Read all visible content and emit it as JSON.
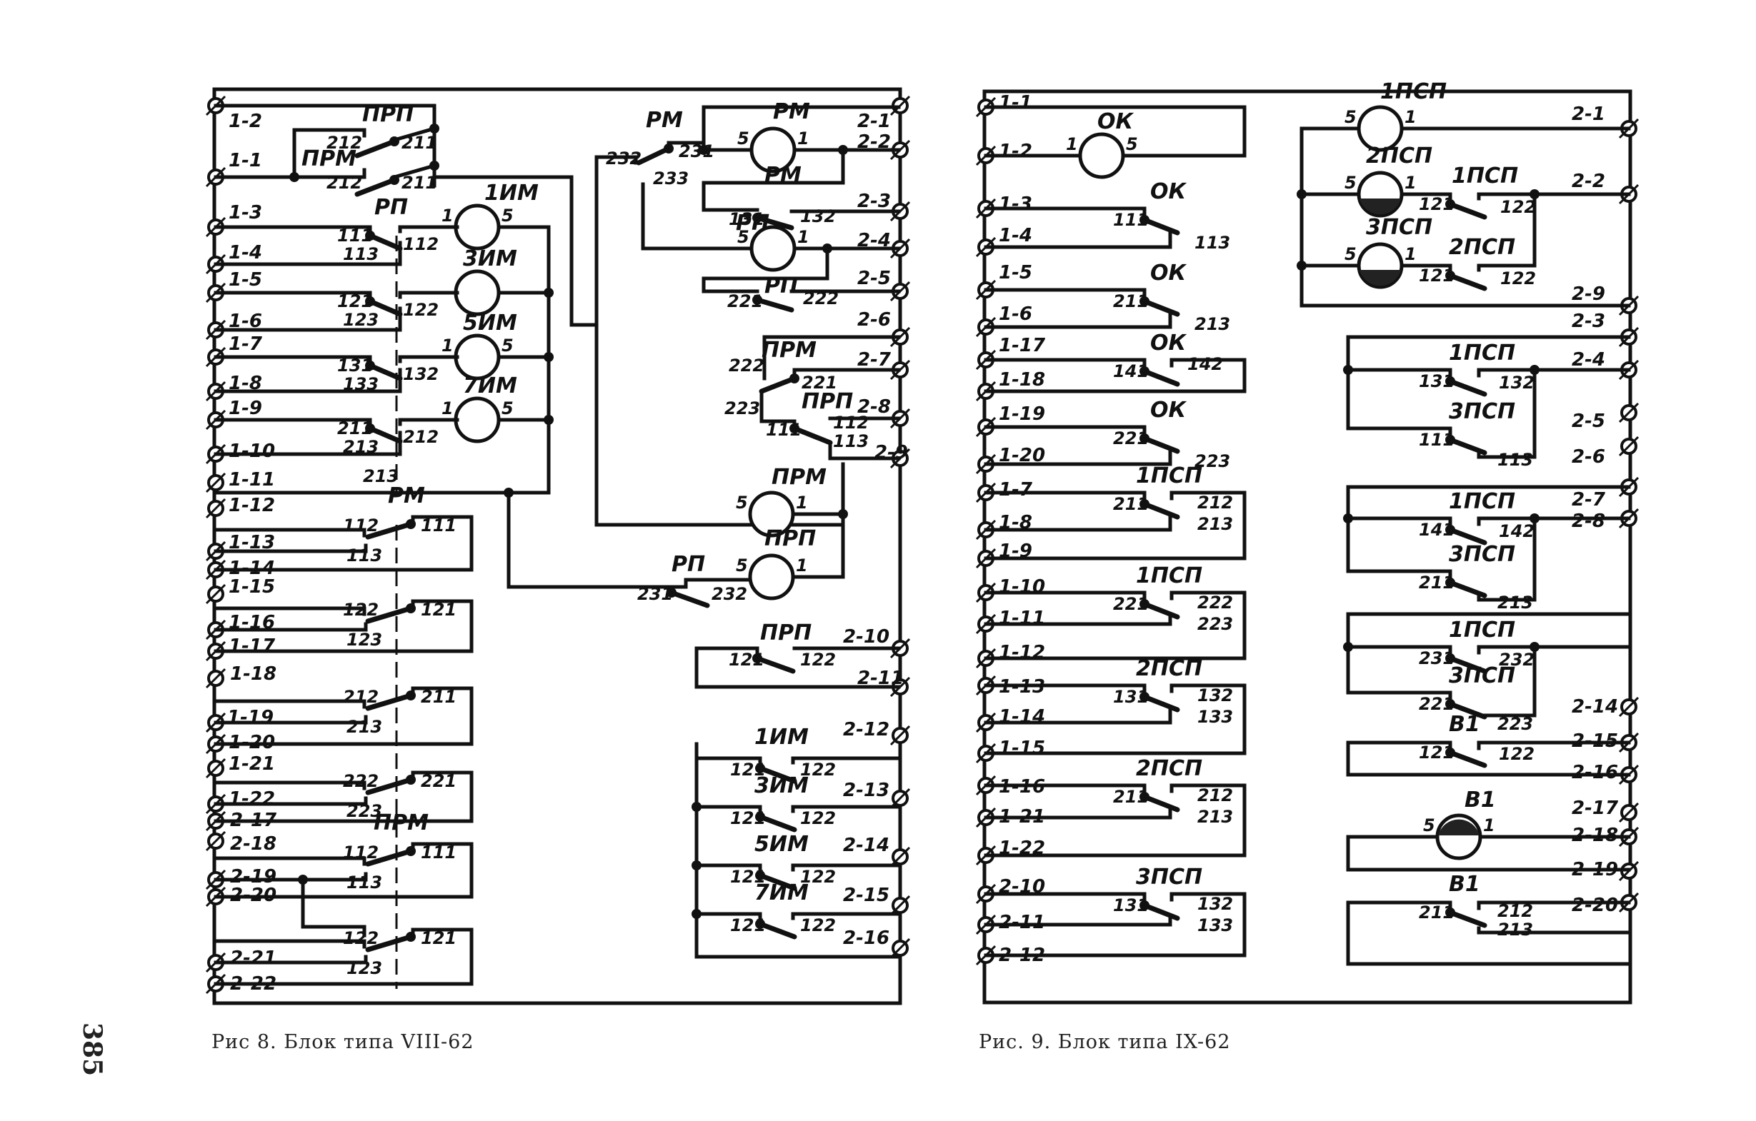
{
  "page_number": "385",
  "figures": [
    {
      "id": "fig8",
      "caption": "Рис 8. Блок типа VIII-62",
      "left_terminals": [
        "1-2",
        "1-1",
        "1-3",
        "1-4",
        "1-5",
        "1-6",
        "1-7",
        "1-8",
        "1-9",
        "1-10",
        "1-11",
        "1-12",
        "1-13",
        "1-14",
        "1-15",
        "1-16",
        "1-17",
        "1-18",
        "1-19",
        "1-20",
        "1-21",
        "1-22",
        "2-17",
        "2-18",
        "2-19",
        "2-20",
        "2-21",
        "2-22"
      ],
      "right_terminals": [
        "2-1",
        "2-2",
        "2-3",
        "2-4",
        "2-5",
        "2-6",
        "2-7",
        "2-8",
        "2-9",
        "2-10",
        "2-11",
        "2-12",
        "2-13",
        "2-14",
        "2-15",
        "2-16"
      ],
      "coils": [
        {
          "name": "1ИМ",
          "pin_left": "1",
          "pin_right": "5"
        },
        {
          "name": "3ИМ",
          "pin_left": "",
          "pin_right": ""
        },
        {
          "name": "5ИМ",
          "pin_left": "1",
          "pin_right": "5"
        },
        {
          "name": "7ИМ",
          "pin_left": "1",
          "pin_right": "5"
        },
        {
          "name": "РМ",
          "pin_left": "5",
          "pin_right": "1"
        },
        {
          "name": "РП",
          "pin_left": "5",
          "pin_right": "1"
        },
        {
          "name": "ПРМ",
          "pin_left": "5",
          "pin_right": "1"
        },
        {
          "name": "ПРП",
          "pin_left": "5",
          "pin_right": "1"
        }
      ],
      "contacts": [
        {
          "relay": "ПРП",
          "pivot": "211",
          "fixed": [
            "212"
          ]
        },
        {
          "relay": "ПРМ",
          "pivot": "211",
          "fixed": [
            "212"
          ]
        },
        {
          "relay": "РП",
          "pivot": "111",
          "fixed": [
            "112",
            "113"
          ]
        },
        {
          "relay": "РП",
          "pivot": "121",
          "fixed": [
            "122",
            "123"
          ]
        },
        {
          "relay": "РП",
          "pivot": "131",
          "fixed": [
            "132",
            "133"
          ]
        },
        {
          "relay": "РП",
          "pivot": "211",
          "fixed": [
            "212",
            "213"
          ]
        },
        {
          "relay": "РМ",
          "pivot": "111",
          "fixed": [
            "112",
            "113"
          ]
        },
        {
          "relay": "РМ",
          "pivot": "121",
          "fixed": [
            "122",
            "123"
          ]
        },
        {
          "relay": "РМ",
          "pivot": "211",
          "fixed": [
            "212",
            "213"
          ]
        },
        {
          "relay": "РМ",
          "pivot": "221",
          "fixed": [
            "222",
            "223"
          ]
        },
        {
          "relay": "ПРМ",
          "pivot": "111",
          "fixed": [
            "112",
            "113"
          ]
        },
        {
          "relay": "ПРМ",
          "pivot": "121",
          "fixed": [
            "122",
            "123"
          ]
        },
        {
          "relay": "РМ",
          "pivot": "231",
          "fixed": [
            "232",
            "233"
          ]
        },
        {
          "relay": "РМ",
          "pivot": "131",
          "fixed": [
            "132"
          ]
        },
        {
          "relay": "РП",
          "pivot": "221",
          "fixed": [
            "222"
          ]
        },
        {
          "relay": "ПРМ",
          "pivot": "221",
          "fixed": [
            "222",
            "223"
          ]
        },
        {
          "relay": "ПРП",
          "pivot": "111",
          "fixed": [
            "112",
            "113"
          ]
        },
        {
          "relay": "РП",
          "pivot": "231",
          "fixed": [
            "232"
          ]
        },
        {
          "relay": "ПРП",
          "pivot": "121",
          "fixed": [
            "122"
          ]
        },
        {
          "relay": "1ИМ",
          "pivot": "121",
          "fixed": [
            "122"
          ]
        },
        {
          "relay": "3ИМ",
          "pivot": "121",
          "fixed": [
            "122"
          ]
        },
        {
          "relay": "5ИМ",
          "pivot": "121",
          "fixed": [
            "122"
          ]
        },
        {
          "relay": "7ИМ",
          "pivot": "121",
          "fixed": [
            "122"
          ]
        }
      ]
    },
    {
      "id": "fig9",
      "caption": "Рис. 9. Блок типа IX-62",
      "left_terminals": [
        "1-1",
        "1-2",
        "1-3",
        "1-4",
        "1-5",
        "1-6",
        "1-17",
        "1-18",
        "1-19",
        "1-20",
        "1-7",
        "1-8",
        "1-9",
        "1-10",
        "1-11",
        "1-12",
        "1-13",
        "1-14",
        "1-15",
        "1-16",
        "1-21",
        "1-22",
        "2-10",
        "2-11",
        "2-12"
      ],
      "right_terminals": [
        "2-1",
        "2-2",
        "2-9",
        "2-3",
        "2-4",
        "2-5",
        "2-6",
        "2-7",
        "2-8",
        "2-14",
        "2-15",
        "2-16",
        "2-17",
        "2-18",
        "2-19",
        "2-20"
      ],
      "coils": [
        {
          "name": "ОК",
          "pin_left": "1",
          "pin_right": "5",
          "fill": "none"
        },
        {
          "name": "1ПСП",
          "pin_left": "5",
          "pin_right": "1",
          "fill": "none"
        },
        {
          "name": "2ПСП",
          "pin_left": "5",
          "pin_right": "1",
          "fill": "bottom"
        },
        {
          "name": "3ПСП",
          "pin_left": "5",
          "pin_right": "1",
          "fill": "bottom"
        },
        {
          "name": "В1",
          "pin_left": "5",
          "pin_right": "1",
          "fill": "top"
        }
      ],
      "contacts": [
        {
          "relay": "ОК",
          "pivot": "111",
          "fixed": [
            "113"
          ]
        },
        {
          "relay": "ОК",
          "pivot": "211",
          "fixed": [
            "213"
          ]
        },
        {
          "relay": "ОК",
          "pivot": "141",
          "fixed": [
            "142"
          ]
        },
        {
          "relay": "ОК",
          "pivot": "221",
          "fixed": [
            "223"
          ]
        },
        {
          "relay": "1ПСП",
          "pivot": "211",
          "fixed": [
            "212",
            "213"
          ]
        },
        {
          "relay": "1ПСП",
          "pivot": "221",
          "fixed": [
            "222",
            "223"
          ]
        },
        {
          "relay": "2ПСП",
          "pivot": "131",
          "fixed": [
            "132",
            "133"
          ]
        },
        {
          "relay": "2ПСП",
          "pivot": "211",
          "fixed": [
            "212",
            "213"
          ]
        },
        {
          "relay": "3ПСП",
          "pivot": "131",
          "fixed": [
            "132",
            "133"
          ]
        },
        {
          "relay": "1ПСП",
          "pivot": "121",
          "fixed": [
            "122"
          ]
        },
        {
          "relay": "2ПСП",
          "pivot": "121",
          "fixed": [
            "122"
          ]
        },
        {
          "relay": "1ПСП",
          "pivot": "131",
          "fixed": [
            "132"
          ]
        },
        {
          "relay": "3ПСП",
          "pivot": "111",
          "fixed": [
            "113"
          ]
        },
        {
          "relay": "1ПСП",
          "pivot": "141",
          "fixed": [
            "142"
          ]
        },
        {
          "relay": "3ПСП",
          "pivot": "211",
          "fixed": [
            "213"
          ]
        },
        {
          "relay": "1ПСП",
          "pivot": "231",
          "fixed": [
            "232"
          ]
        },
        {
          "relay": "3ПСП",
          "pivot": "221",
          "fixed": [
            "223"
          ]
        },
        {
          "relay": "В1",
          "pivot": "121",
          "fixed": [
            "122"
          ]
        },
        {
          "relay": "В1",
          "pivot": "211",
          "fixed": [
            "212",
            "213"
          ]
        }
      ]
    }
  ]
}
